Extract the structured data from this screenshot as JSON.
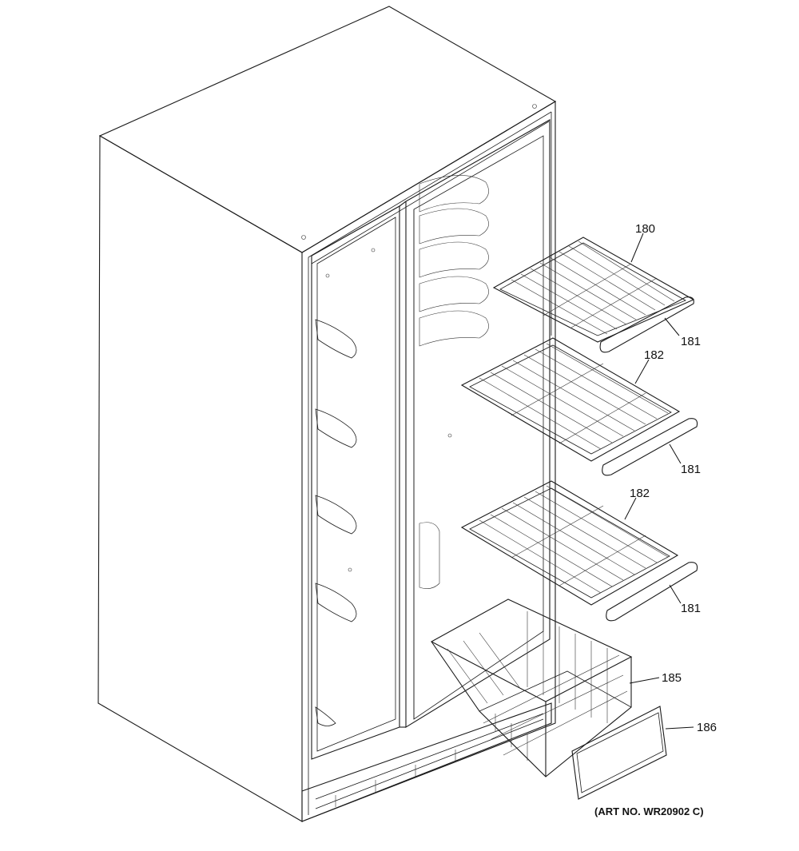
{
  "diagram": {
    "labels": {
      "shelf_top": "180",
      "shelf_top_trim": "181",
      "shelf_mid": "182",
      "shelf_mid_trim": "181",
      "shelf_low": "182",
      "shelf_low_trim": "181",
      "basket": "185",
      "basket_front": "186"
    },
    "art_number": "(ART NO. WR20902 C)"
  }
}
